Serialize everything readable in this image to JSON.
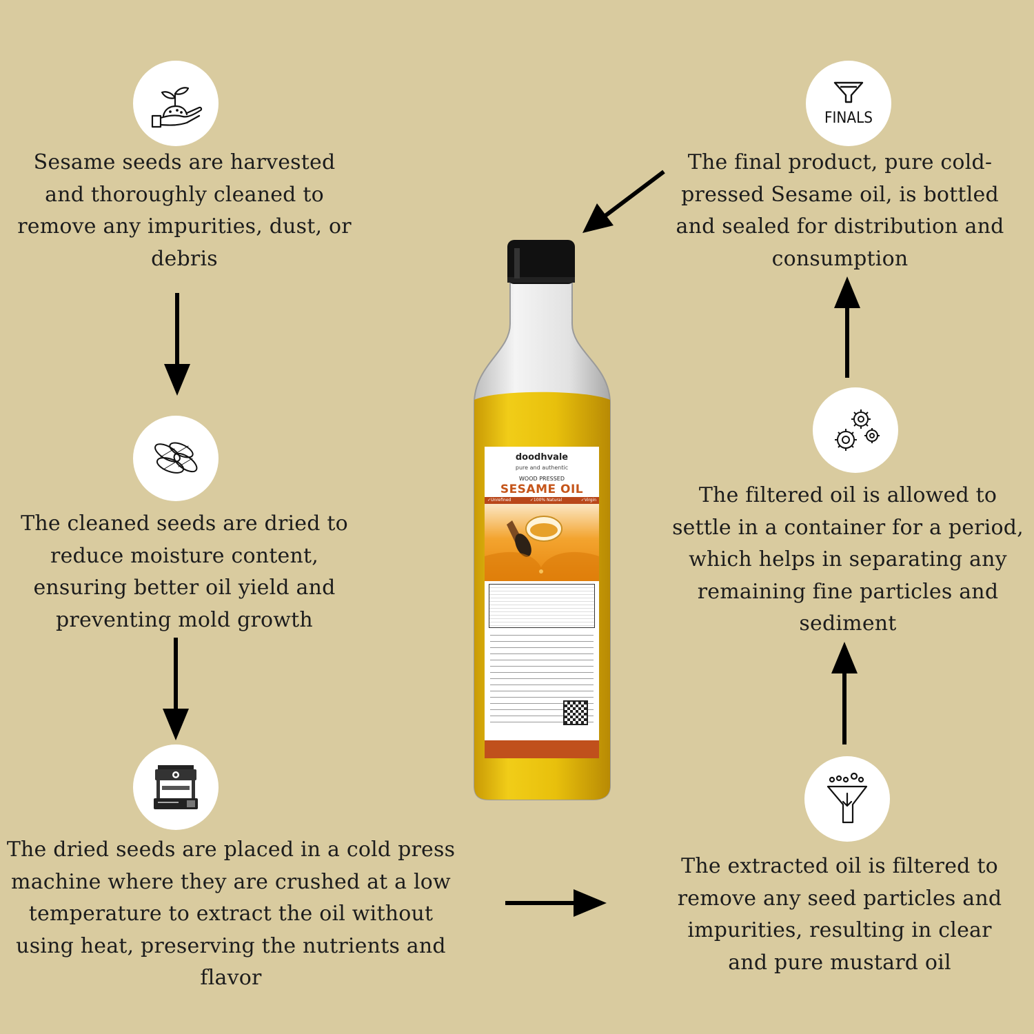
{
  "steps": {
    "harvest": {
      "text": "Sesame seeds are harvested and thoroughly cleaned to remove any impurities, dust, or debris",
      "icon": "plant-in-hand-icon"
    },
    "dry": {
      "text": "The cleaned seeds are dried to reduce moisture content, ensuring better oil yield and preventing mold growth",
      "icon": "sesame-seeds-icon"
    },
    "press": {
      "text": "The dried seeds are placed in a cold press machine where they are crushed at a low temperature to extract the oil without using heat, preserving the nutrients and flavor",
      "icon": "press-machine-icon"
    },
    "filter": {
      "text": "The extracted oil is filtered to remove any seed particles and impurities, resulting in clear and pure mustard oil",
      "icon": "funnel-filter-icon"
    },
    "settle": {
      "text": "The filtered oil is allowed to settle in a container for a period, which helps in separating any remaining fine particles and sediment",
      "icon": "gears-icon"
    },
    "final": {
      "text": "The final product, pure cold-pressed Sesame oil, is bottled and sealed for distribution and consumption",
      "icon": "funnel-finals-icon",
      "icon_text": "FINALS"
    }
  },
  "bottle_label": {
    "brand": "doodhvale",
    "tagline": "pure and authentic",
    "subtitle": "WOOD PRESSED",
    "product": "SESAME OIL",
    "features": [
      "✓Unrefined",
      "✓100% Natural",
      "✓Virgin"
    ]
  },
  "colors": {
    "background": "#d9cb9f",
    "oil": "#e9c20a",
    "label_accent": "#c5551a",
    "text": "#1c1c1c"
  }
}
